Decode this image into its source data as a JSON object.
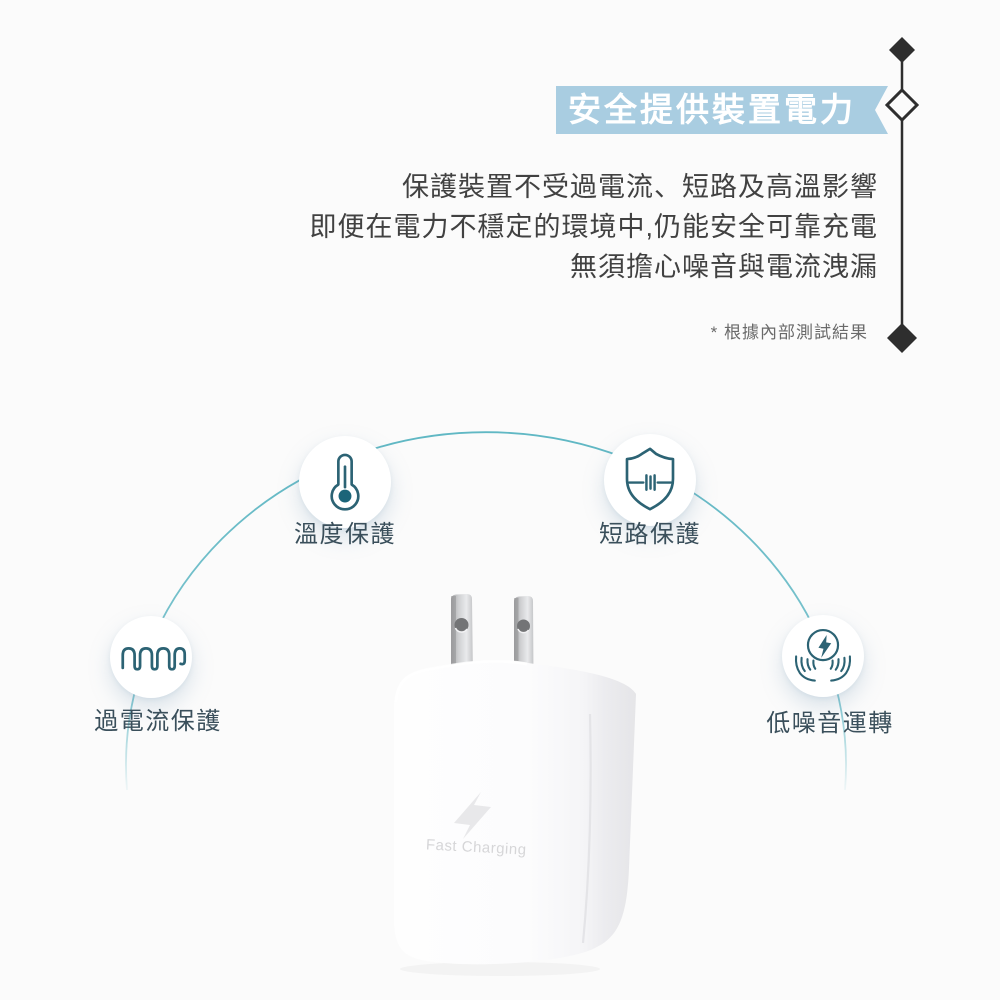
{
  "banner": {
    "title": "安全提供裝置電力"
  },
  "intro": {
    "line1": "保護裝置不受過電流、短路及高溫影響",
    "line2": "即便在電力不穩定的環境中,仍能安全可靠充電",
    "line3": "無須擔心噪音與電流洩漏",
    "footnote": "* 根據內部測試結果"
  },
  "features": [
    {
      "label": "溫度保護",
      "icon": "thermometer-icon"
    },
    {
      "label": "短路保護",
      "icon": "shield-capacitor-icon"
    },
    {
      "label": "過電流保護",
      "icon": "coil-wave-icon"
    },
    {
      "label": "低噪音運轉",
      "icon": "hands-holding-energy-icon"
    }
  ],
  "product": {
    "print_label": "Fast Charging",
    "logo": "lightning-bolt"
  },
  "colors": {
    "page_bg": "#fbfbfb",
    "banner_bg": "#a9cde1",
    "banner_text": "#ffffff",
    "body_text": "#414141",
    "footnote_text": "#6a6a6a",
    "feature_label": "#3a4f5b",
    "icon_stroke": "#2c6374",
    "arc": "#58b4c1",
    "decor": "#2e2e2e"
  }
}
